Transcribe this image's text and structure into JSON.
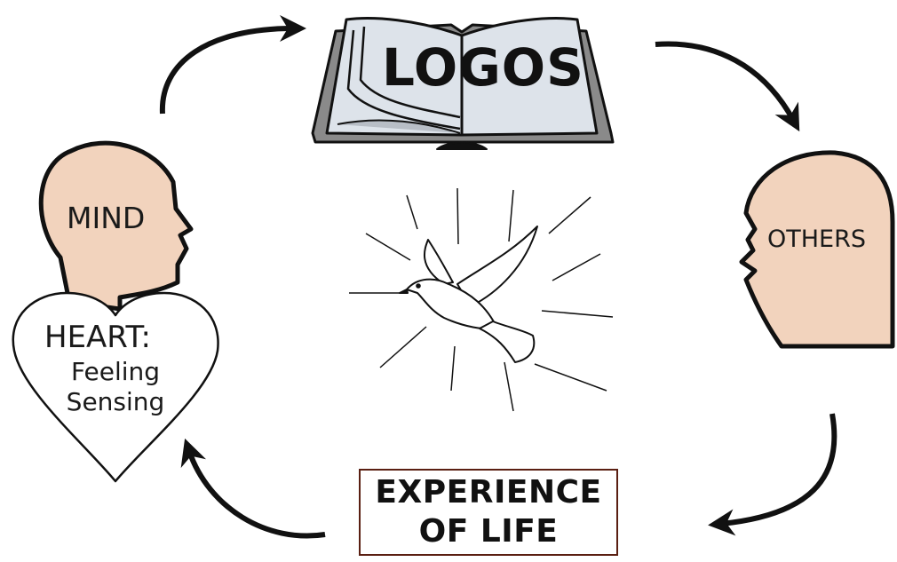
{
  "book": {
    "title": "LOGOS"
  },
  "left_head": {
    "label": "MIND"
  },
  "heart": {
    "title": "HEART:",
    "line1": "Feeling",
    "line2": "Sensing"
  },
  "right_head": {
    "label": "OTHERS"
  },
  "experience": {
    "line1": "EXPERIENCE",
    "line2": "OF LIFE"
  },
  "colors": {
    "skin": "#f2d3bd",
    "outline": "#111111",
    "book_page": "#dde3ea",
    "book_cover": "#8a8a8a",
    "box_border": "#5a1f12"
  },
  "icons": [
    "book-icon",
    "dove-icon",
    "head-icon",
    "heart-icon",
    "arrow-icon"
  ]
}
